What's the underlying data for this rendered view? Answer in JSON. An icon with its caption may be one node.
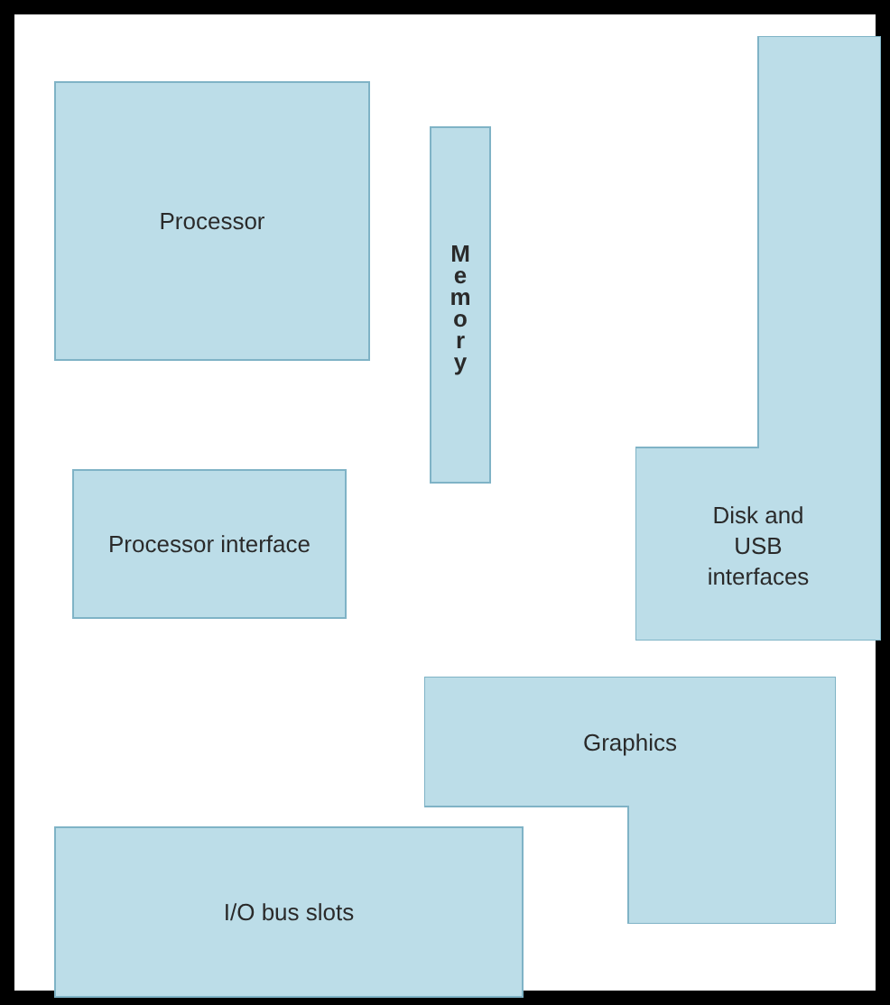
{
  "diagram": {
    "nodes": [
      {
        "text": [],
        "shape": "box"
      },
      {
        "text": [
          "Processor"
        ],
        "in": 0
      },
      {
        "text": [
          "Memory"
        ],
        "in": 0
      },
      {
        "text": [
          "Disk and USB interfaces"
        ],
        "in": 0
      },
      {
        "text": [
          "Processor interface"
        ],
        "in": 0
      },
      {
        "text": [
          "Graphics"
        ],
        "in": 0
      },
      {
        "text": [
          "I/O bus slots"
        ],
        "in": 0
      }
    ]
  }
}
